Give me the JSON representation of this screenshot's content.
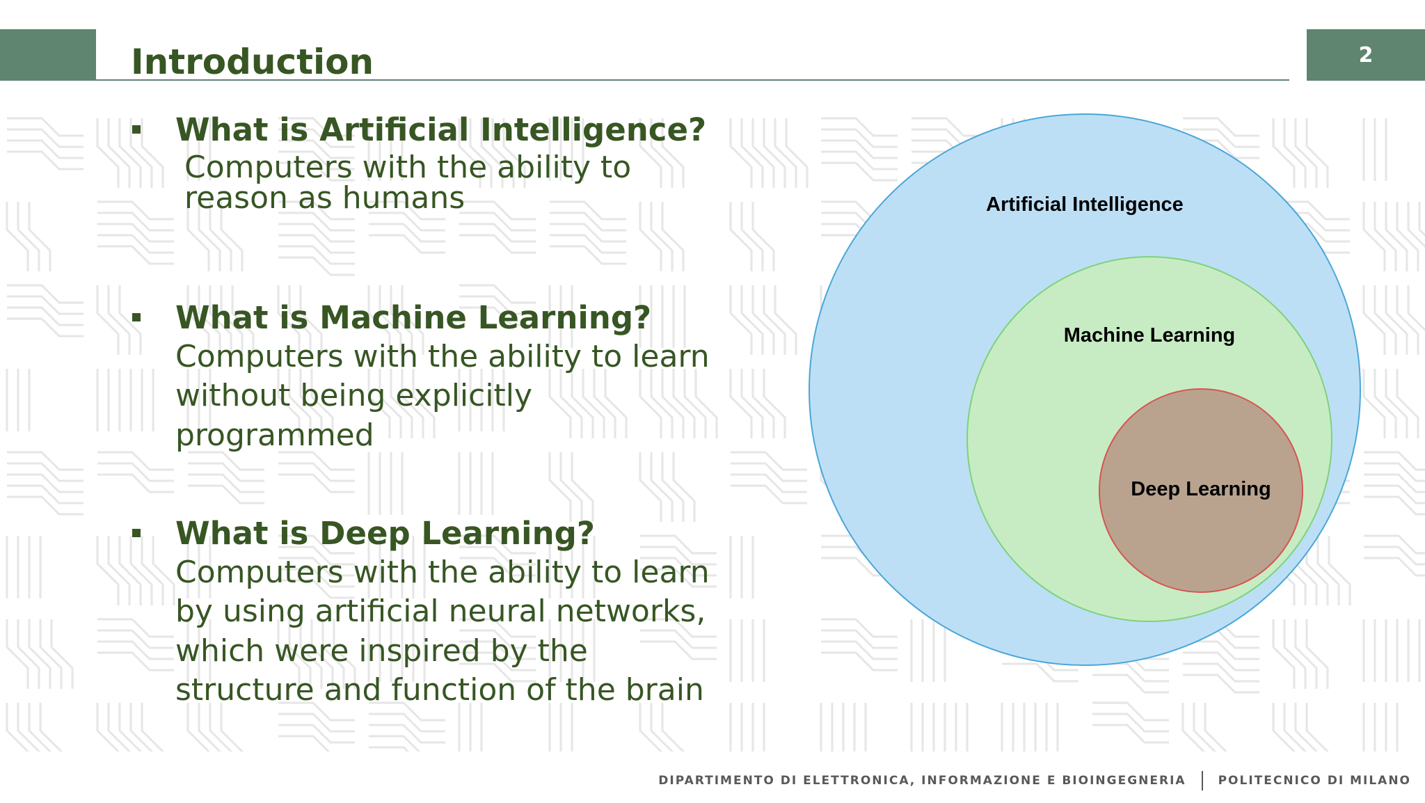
{
  "slide": {
    "title": "Introduction",
    "page_number": "2"
  },
  "bullets": [
    {
      "question": "What is Artificial Intelligence?",
      "answer": "Computers with the ability to\nreason as humans"
    },
    {
      "question": "What is Machine Learning?",
      "answer": "Computers with the ability to learn\nwithout being explicitly\nprogrammed"
    },
    {
      "question": "What is Deep Learning?",
      "answer": "Computers with the ability to learn\nby using artificial neural networks,\nwhich were inspired by the\nstructure and function of the brain"
    }
  ],
  "diagram": {
    "circles": [
      {
        "label": "Artificial Intelligence",
        "fill": "#bddff5",
        "stroke": "#4aa6d8"
      },
      {
        "label": "Machine Learning",
        "fill": "#c7ecc4",
        "stroke": "#7ed27a"
      },
      {
        "label": "Deep Learning",
        "fill": "#b9a38f",
        "stroke": "#d9534f"
      }
    ]
  },
  "footer": {
    "department": "DIPARTIMENTO DI ELETTRONICA, INFORMAZIONE E BIOINGEGNERIA",
    "university": "POLITECNICO DI MILANO"
  },
  "colors": {
    "accent": "#5f8470",
    "text_dark_green": "#375623"
  }
}
